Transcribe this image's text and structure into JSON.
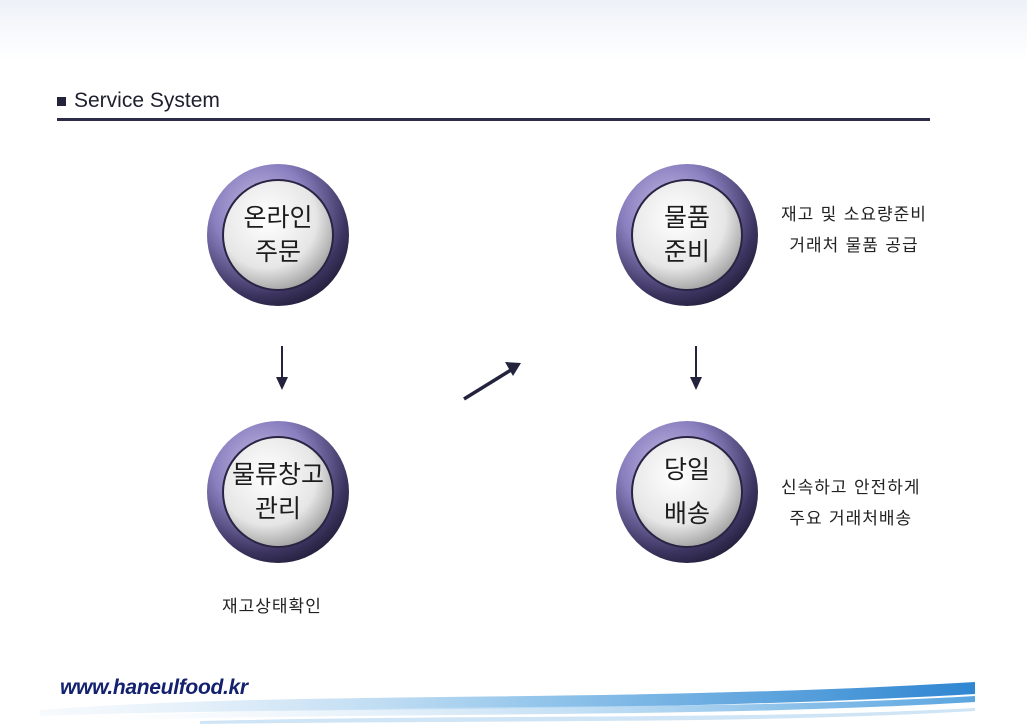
{
  "header": {
    "title": "Service System"
  },
  "nodes": [
    {
      "id": "online-order",
      "line1": "온라인",
      "line2": "주문"
    },
    {
      "id": "logistics-warehouse",
      "line1": "물류창고",
      "line2": "관리"
    },
    {
      "id": "goods-prep",
      "line1": "물품",
      "line2": "준비"
    },
    {
      "id": "same-day",
      "line1": "당일",
      "line2": "배송"
    }
  ],
  "notes": {
    "warehouse": "재고상태확인",
    "prep_line1": "재고 및 소요량준비",
    "prep_line2": "거래처 물품 공급",
    "delivery_line1": "신속하고 안전하게",
    "delivery_line2": "주요 거래처배송"
  },
  "footer": {
    "url": "www.haneulfood.kr"
  },
  "colors": {
    "ring_outer": "#2c2646",
    "ring_inner": "#b2a8d6",
    "disc_center": "#ffffff",
    "disc_edge": "#9a9a9a",
    "arrow": "#23233d",
    "header_rule": "#2c2c48",
    "footer_text": "#13216e"
  }
}
